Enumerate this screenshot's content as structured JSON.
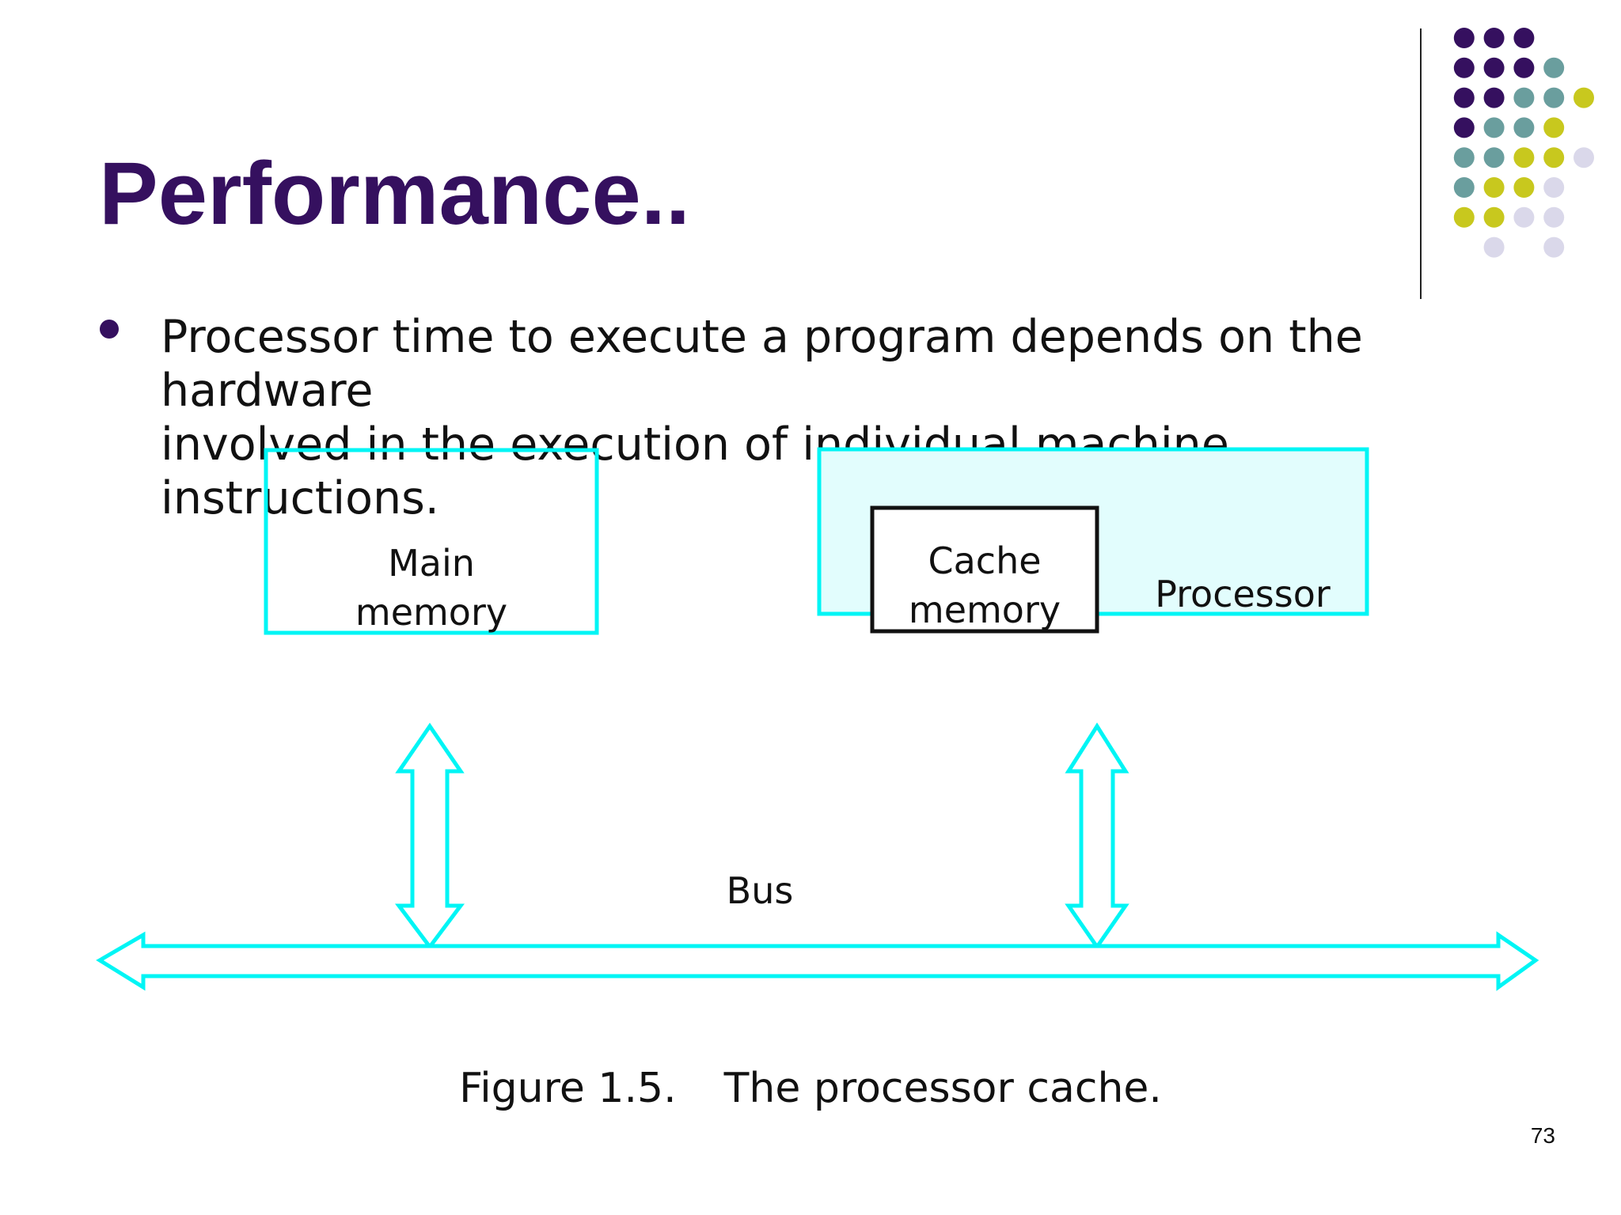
{
  "slide": {
    "title": "Performance..",
    "bullet": {
      "lines": [
        "Processor time to execute a program depends on the",
        "hardware",
        "involved in the execution of individual machine",
        "instructions."
      ]
    },
    "diagram": {
      "main_memory_label": [
        "Main",
        "memory"
      ],
      "cache_memory_label": [
        "Cache",
        "memory"
      ],
      "processor_label": "Processor",
      "bus_label": "Bus"
    },
    "caption": {
      "figure_label": "Figure 1.5.",
      "figure_title": "The processor cache."
    },
    "page_number": "73"
  },
  "colors": {
    "title": "#35105f",
    "diagram_outline": "#00f5f5",
    "processor_fill": "#e2fdfd",
    "dot_purple": "#35105f",
    "dot_teal": "#6a9e9e",
    "dot_yellow": "#c8c81e",
    "dot_lavender": "#dad8ea"
  }
}
